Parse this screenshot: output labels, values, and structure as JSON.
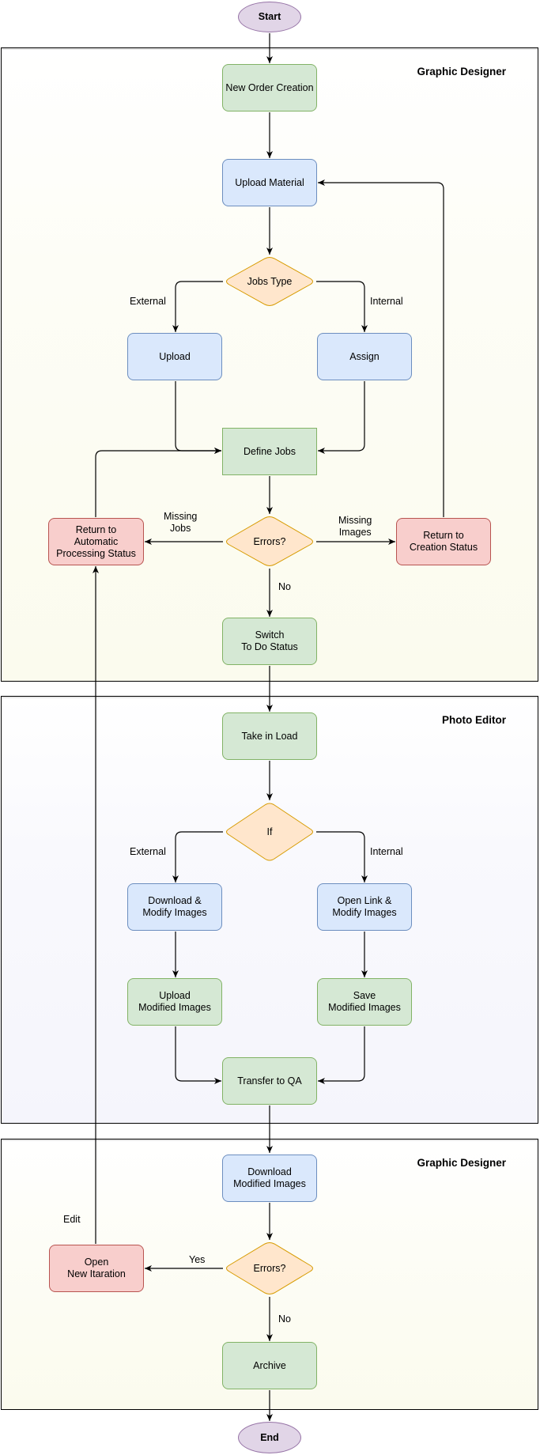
{
  "lanes": [
    {
      "title": "Graphic Designer"
    },
    {
      "title": "Photo Editor"
    },
    {
      "title": "Graphic Designer"
    }
  ],
  "nodes": {
    "start": "Start",
    "new_order": "New Order Creation",
    "upload_material": "Upload Material",
    "jobs_type": "Jobs Type",
    "upload": "Upload",
    "assign": "Assign",
    "define_jobs": "Define Jobs",
    "errors1": "Errors?",
    "return_auto": "Return to\nAutomatic\nProcessing Status",
    "return_creation": "Return to\nCreation Status",
    "switch_todo": "Switch\nTo Do Status",
    "take_load": "Take in Load",
    "if": "If",
    "download_modify": "Download &\nModify Images",
    "open_link": "Open Link &\nModify Images",
    "upload_modified": "Upload\nModified Images",
    "save_modified": "Save\nModified Images",
    "transfer_qa": "Transfer to QA",
    "download_modified": "Download\nModified Images",
    "errors2": "Errors?",
    "open_iteration": "Open\nNew Itaration",
    "archive": "Archive",
    "end": "End"
  },
  "edge_labels": {
    "external1": "External",
    "internal1": "Internal",
    "missing_jobs": "Missing\nJobs",
    "missing_images": "Missing\nImages",
    "no1": "No",
    "external2": "External",
    "internal2": "Internal",
    "edit": "Edit",
    "yes": "Yes",
    "no2": "No"
  },
  "colors": {
    "green_fill": "#d5e8d4",
    "green_stroke": "#82b366",
    "blue_fill": "#dae8fc",
    "blue_stroke": "#6c8ebf",
    "red_fill": "#f8cecc",
    "red_stroke": "#b85450",
    "orange_fill": "#ffe6cc",
    "orange_stroke": "#d79b00",
    "purple_fill": "#e1d5e7",
    "purple_stroke": "#9673a6"
  }
}
